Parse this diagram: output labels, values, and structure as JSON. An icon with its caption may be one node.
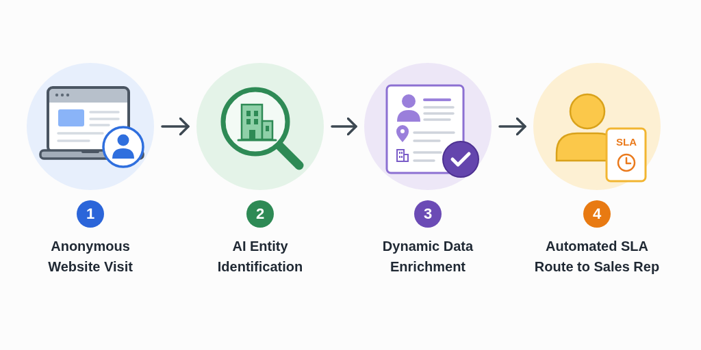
{
  "diagram": {
    "nodes": [
      {
        "text": [
          "1",
          "Anonymous Website Visit"
        ]
      },
      {
        "text": [
          "2",
          "AI Entity Identification"
        ]
      },
      {
        "text": [
          "3",
          "Dynamic Data Enrichment"
        ]
      },
      {
        "text": [
          "4",
          "Automated SLA Route to Sales Rep"
        ]
      }
    ],
    "edges": [
      {
        "from": 0,
        "to": 1,
        "arrow": "to"
      },
      {
        "from": 1,
        "to": 2,
        "arrow": "to"
      },
      {
        "from": 2,
        "to": 3,
        "arrow": "to"
      }
    ],
    "labels": [
      "SLA"
    ]
  }
}
